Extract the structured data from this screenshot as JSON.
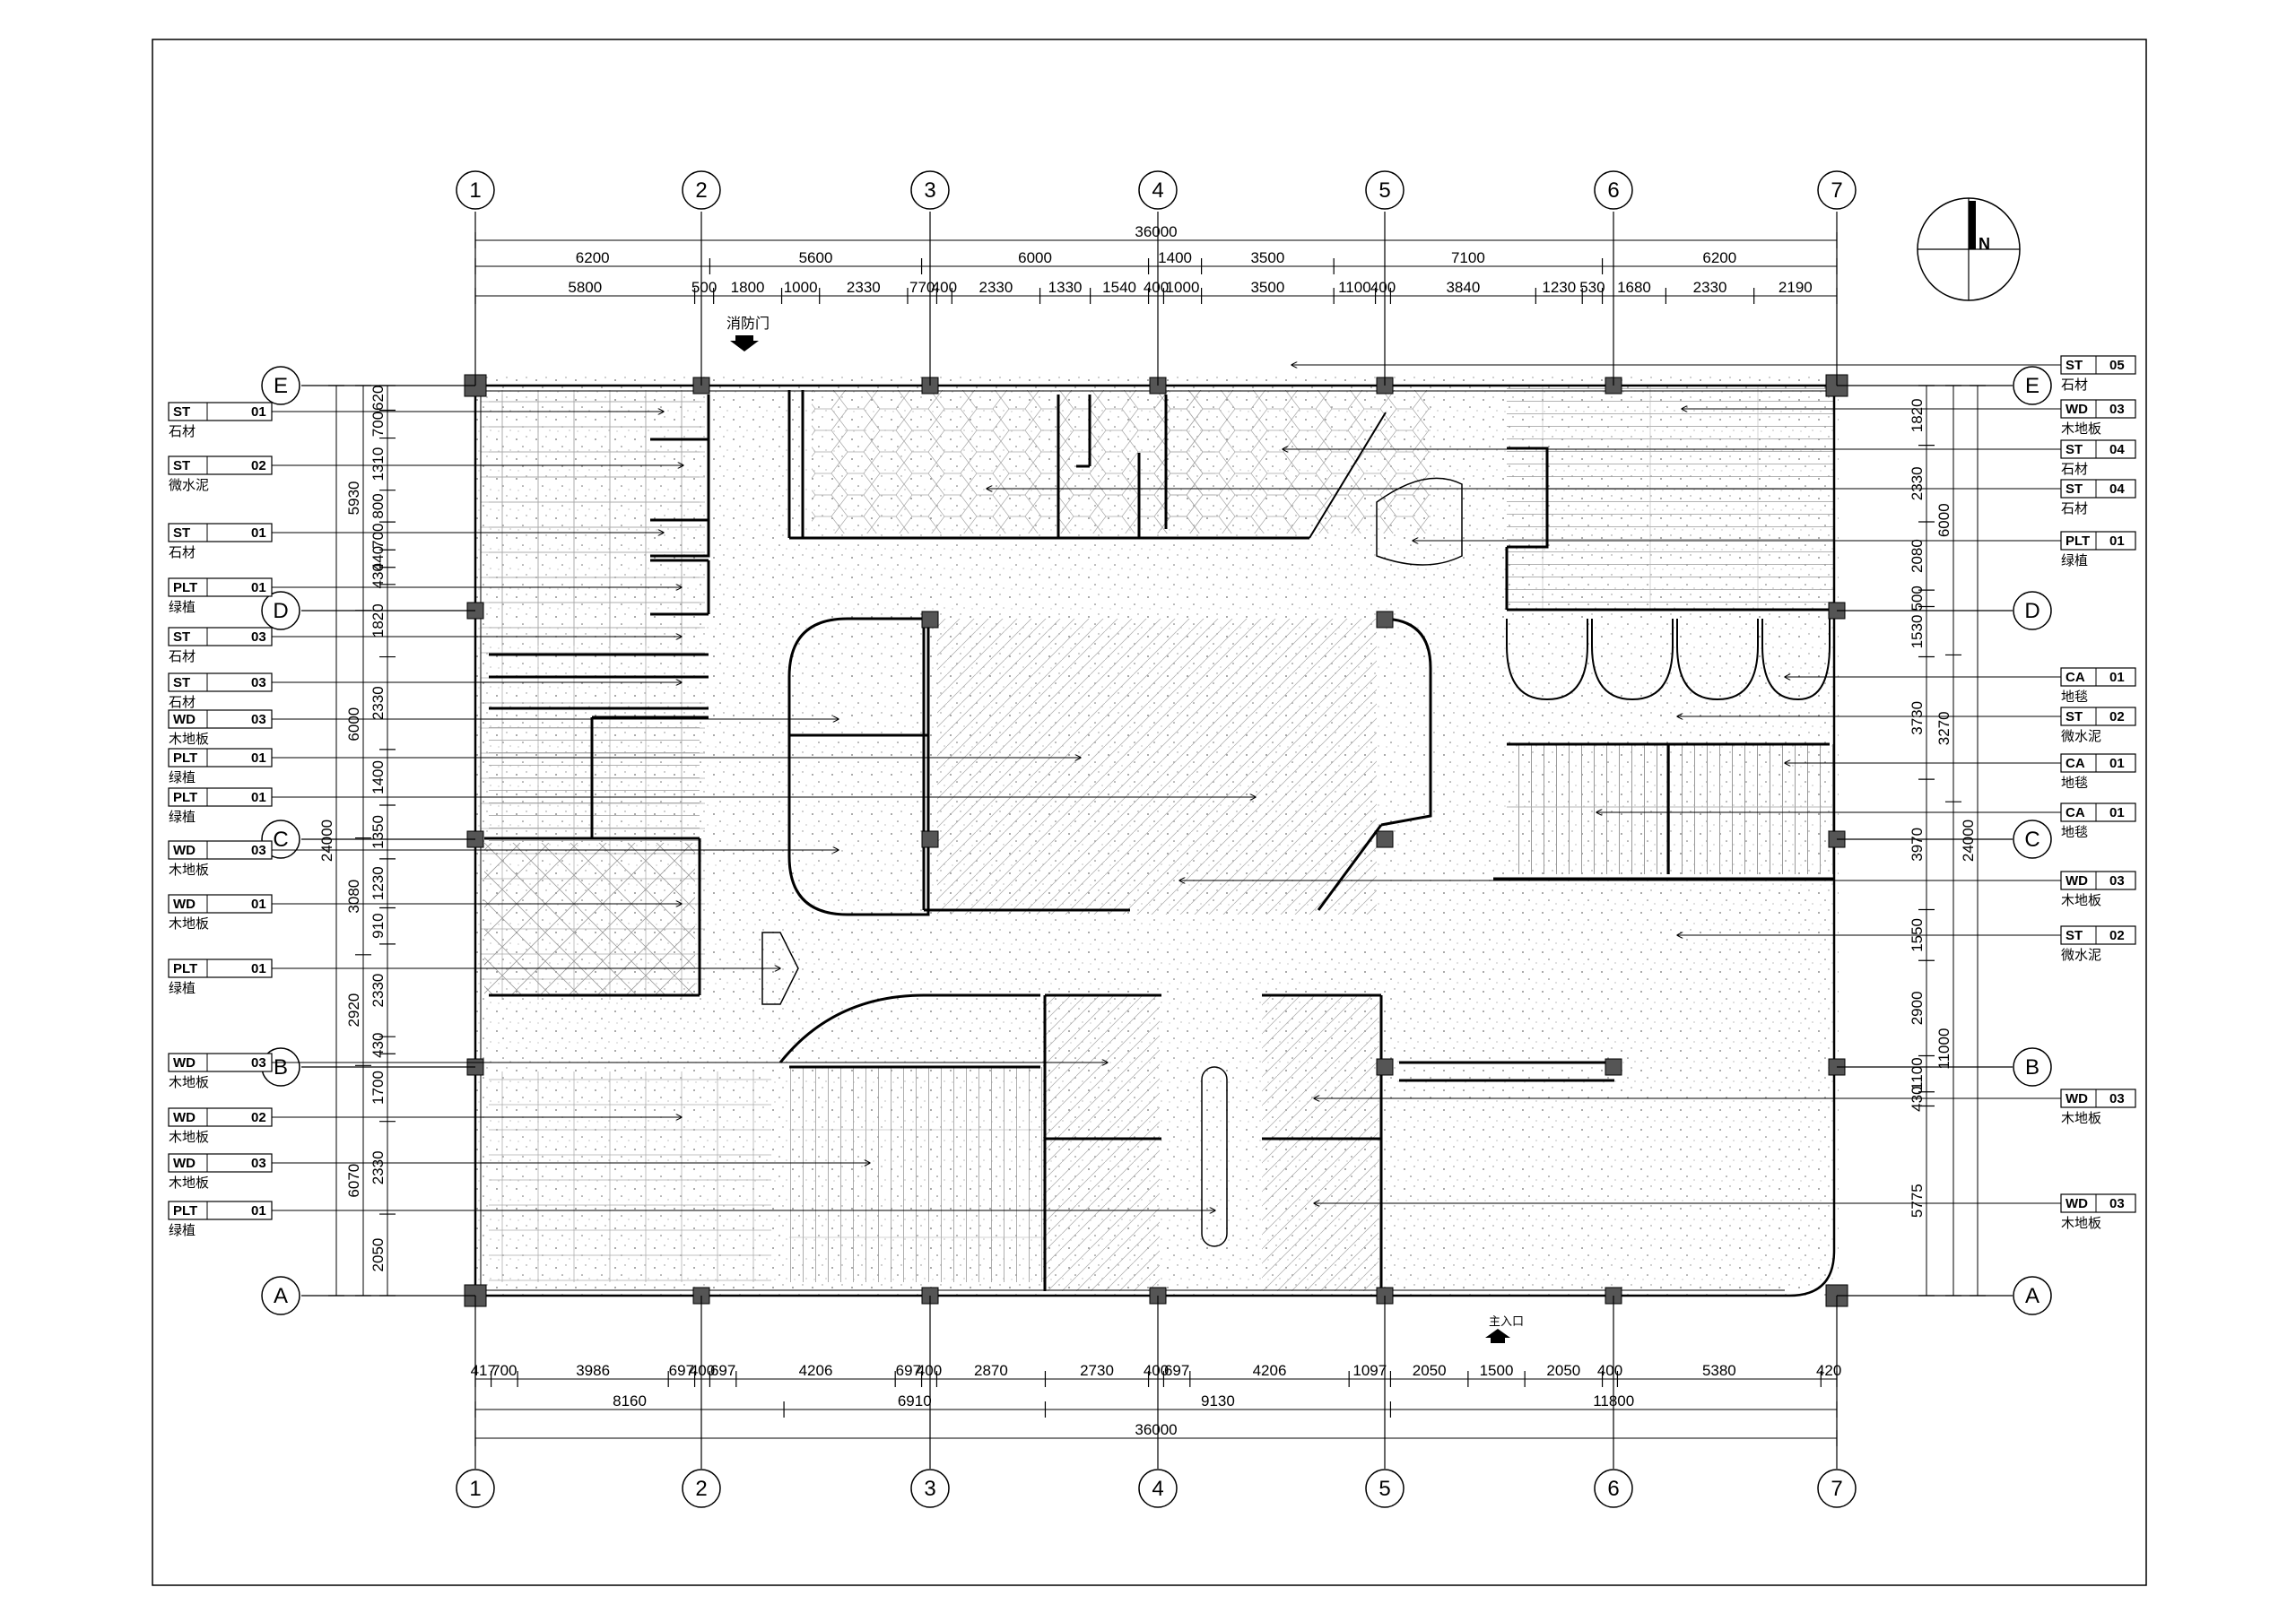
{
  "colors": {
    "line": "#000000",
    "column": "#555555",
    "hatch": "#9a9a9a",
    "paper": "#ffffff"
  },
  "north_label": "N",
  "notes": {
    "fire_door": "消防门",
    "main_entrance": "主入口"
  },
  "col_labels": [
    "1",
    "2",
    "3",
    "4",
    "5",
    "6",
    "7"
  ],
  "row_labels": [
    "E",
    "D",
    "C",
    "B",
    "A"
  ],
  "dims": {
    "top_total": "36000",
    "top_row1": [
      "6200",
      "5600",
      "6000",
      "1400",
      "3500",
      "7100",
      "6200"
    ],
    "top_row2": [
      "5800",
      "500",
      "1800",
      "1000",
      "2330",
      "770",
      "400",
      "2330",
      "1330",
      "1540",
      "400",
      "1000",
      "3500",
      "1100",
      "400",
      "3840",
      "1230",
      "530",
      "1680",
      "2330",
      "2190"
    ],
    "bottom_row1": [
      "417",
      "700",
      "3986",
      "697",
      "400",
      "697",
      "4206",
      "697",
      "400",
      "2870",
      "2730",
      "400",
      "697",
      "4206",
      "1097",
      "2050",
      "1500",
      "2050",
      "400",
      "5380",
      "420"
    ],
    "bottom_row2": [
      "8160",
      "6910",
      "9130",
      "11800"
    ],
    "bottom_total": "36000",
    "left_total": "24000",
    "left_row1": [
      "5930",
      "6000",
      "3080",
      "2920",
      "6070"
    ],
    "left_row2": [
      "620",
      "700",
      "1310",
      "800",
      "700",
      "440",
      "430",
      "1820",
      "2330",
      "1400",
      "1350",
      "1230",
      "910",
      "2330",
      "430",
      "1700",
      "2330",
      "2050"
    ],
    "right_total": "24000",
    "right_row1": [
      "6000",
      "3270",
      "11000"
    ],
    "right_row2": [
      "1820",
      "2330",
      "2080",
      "500",
      "1530",
      "3730",
      "3970",
      "1550",
      "2900",
      "1100",
      "430",
      "5775"
    ]
  },
  "tags_left": [
    {
      "code": "ST",
      "num": "01",
      "mat": "石材"
    },
    {
      "code": "ST",
      "num": "02",
      "mat": "微水泥"
    },
    {
      "code": "ST",
      "num": "01",
      "mat": "石材"
    },
    {
      "code": "PLT",
      "num": "01",
      "mat": "绿植"
    },
    {
      "code": "ST",
      "num": "03",
      "mat": "石材"
    },
    {
      "code": "ST",
      "num": "03",
      "mat": "石材"
    },
    {
      "code": "WD",
      "num": "03",
      "mat": "木地板"
    },
    {
      "code": "PLT",
      "num": "01",
      "mat": "绿植"
    },
    {
      "code": "PLT",
      "num": "01",
      "mat": "绿植"
    },
    {
      "code": "WD",
      "num": "03",
      "mat": "木地板"
    },
    {
      "code": "WD",
      "num": "01",
      "mat": "木地板"
    },
    {
      "code": "PLT",
      "num": "01",
      "mat": "绿植"
    },
    {
      "code": "WD",
      "num": "03",
      "mat": "木地板"
    },
    {
      "code": "WD",
      "num": "02",
      "mat": "木地板"
    },
    {
      "code": "WD",
      "num": "03",
      "mat": "木地板"
    },
    {
      "code": "PLT",
      "num": "01",
      "mat": "绿植"
    }
  ],
  "tags_right": [
    {
      "code": "ST",
      "num": "05",
      "mat": "石材"
    },
    {
      "code": "WD",
      "num": "03",
      "mat": "木地板"
    },
    {
      "code": "ST",
      "num": "04",
      "mat": "石材"
    },
    {
      "code": "ST",
      "num": "04",
      "mat": "石材"
    },
    {
      "code": "PLT",
      "num": "01",
      "mat": "绿植"
    },
    {
      "code": "CA",
      "num": "01",
      "mat": "地毯"
    },
    {
      "code": "ST",
      "num": "02",
      "mat": "微水泥"
    },
    {
      "code": "CA",
      "num": "01",
      "mat": "地毯"
    },
    {
      "code": "CA",
      "num": "01",
      "mat": "地毯"
    },
    {
      "code": "WD",
      "num": "03",
      "mat": "木地板"
    },
    {
      "code": "ST",
      "num": "02",
      "mat": "微水泥"
    },
    {
      "code": "WD",
      "num": "03",
      "mat": "木地板"
    },
    {
      "code": "WD",
      "num": "03",
      "mat": "木地板"
    }
  ]
}
